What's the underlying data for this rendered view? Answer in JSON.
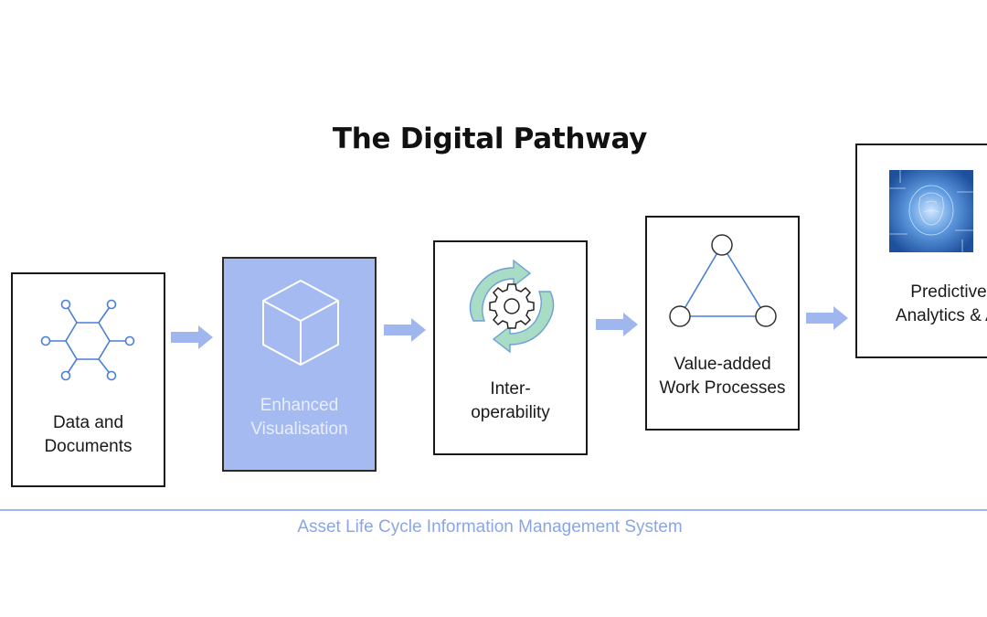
{
  "title": "The Digital Pathway",
  "steps": [
    {
      "line1": "Data and",
      "line2": "Documents",
      "icon": "hexagon-network-icon"
    },
    {
      "line1": "Enhanced",
      "line2": "Visualisation",
      "icon": "cube-icon"
    },
    {
      "line1": "Inter-",
      "line2": "operability",
      "icon": "gear-cycle-icon"
    },
    {
      "line1": "Value-added",
      "line2": "Work Processes",
      "icon": "triangle-network-icon"
    },
    {
      "line1": "Predictive",
      "line2": "Analytics & AI",
      "icon": "ai-brain-image"
    }
  ],
  "footer": "Asset Life Cycle Information Management System",
  "colors": {
    "accent_blue": "#a4baf0",
    "icon_blue": "#4a7fd6",
    "arrow_blue": "#9fb6ee",
    "footer_text": "#8aa6e6"
  }
}
